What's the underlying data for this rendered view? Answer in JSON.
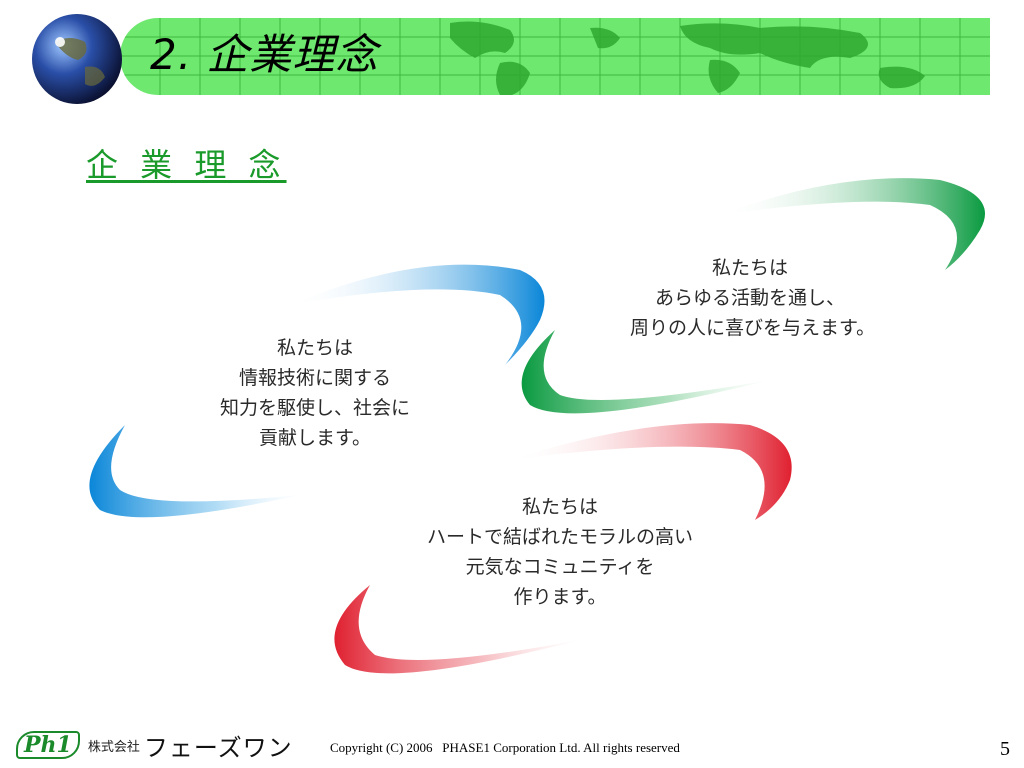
{
  "header": {
    "title": "2. 企業理念"
  },
  "section": {
    "heading": "企 業 理 念"
  },
  "philosophy": {
    "blue": [
      "私たちは",
      "情報技術に関する",
      "知力を駆使し、社会に",
      "貢献します。"
    ],
    "green": [
      "私たちは",
      "あらゆる活動を通し、",
      "周りの人に喜びを与えます。"
    ],
    "red": [
      "私たちは",
      "ハートで結ばれたモラルの高い",
      "元気なコミュニティを",
      "作ります。"
    ]
  },
  "colors": {
    "banner": "#6ee86e",
    "heading": "#1a9a2a",
    "blue_swoosh": "#1f8fd6",
    "green_swoosh": "#1aa04a",
    "red_swoosh": "#e8404a"
  },
  "footer": {
    "logo_mark": "Ph1",
    "company_kind": "株式会社",
    "company_name": "フェーズワン",
    "copyright": "Copyright (C) 2006   PHASE1 Corporation Ltd. All rights reserved",
    "page_number": "5"
  }
}
